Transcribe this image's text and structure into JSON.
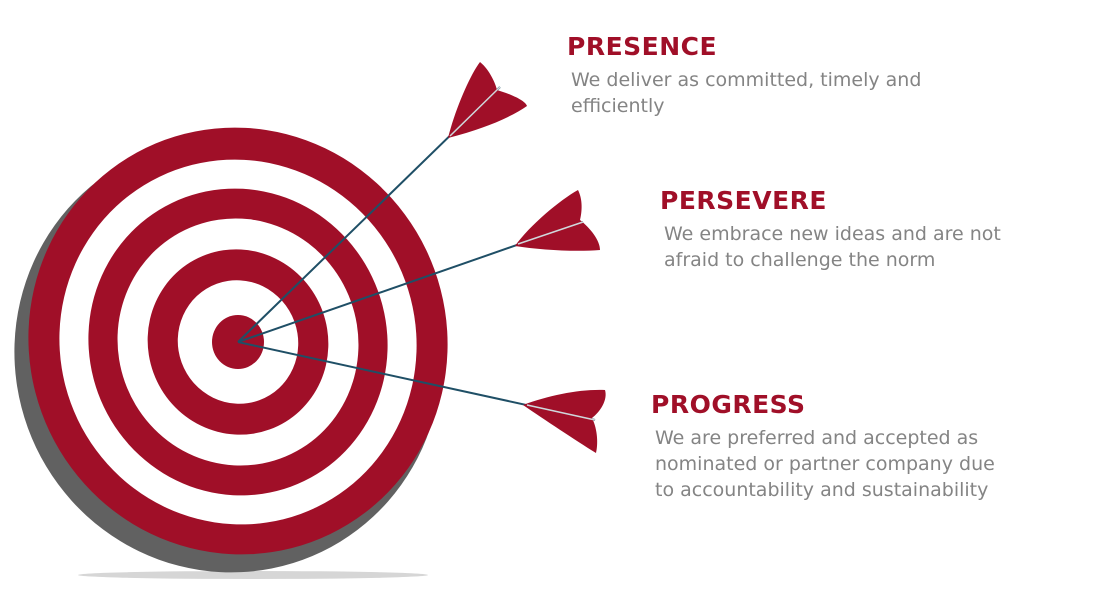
{
  "colors": {
    "accent": "#a00f28",
    "text": "#848484",
    "shaft": "#1f4f66",
    "shadow": "#616161"
  },
  "items": [
    {
      "title": "PRESENCE",
      "lines": [
        "We deliver as committed, timely and",
        "efficiently"
      ]
    },
    {
      "title": "PERSEVERE",
      "lines": [
        "We embrace new ideas and are not",
        "afraid to challenge the norm"
      ]
    },
    {
      "title": "PROGRESS",
      "lines": [
        "We are preferred and accepted as",
        "nominated or partner company due",
        "to accountability and sustainability"
      ]
    }
  ]
}
